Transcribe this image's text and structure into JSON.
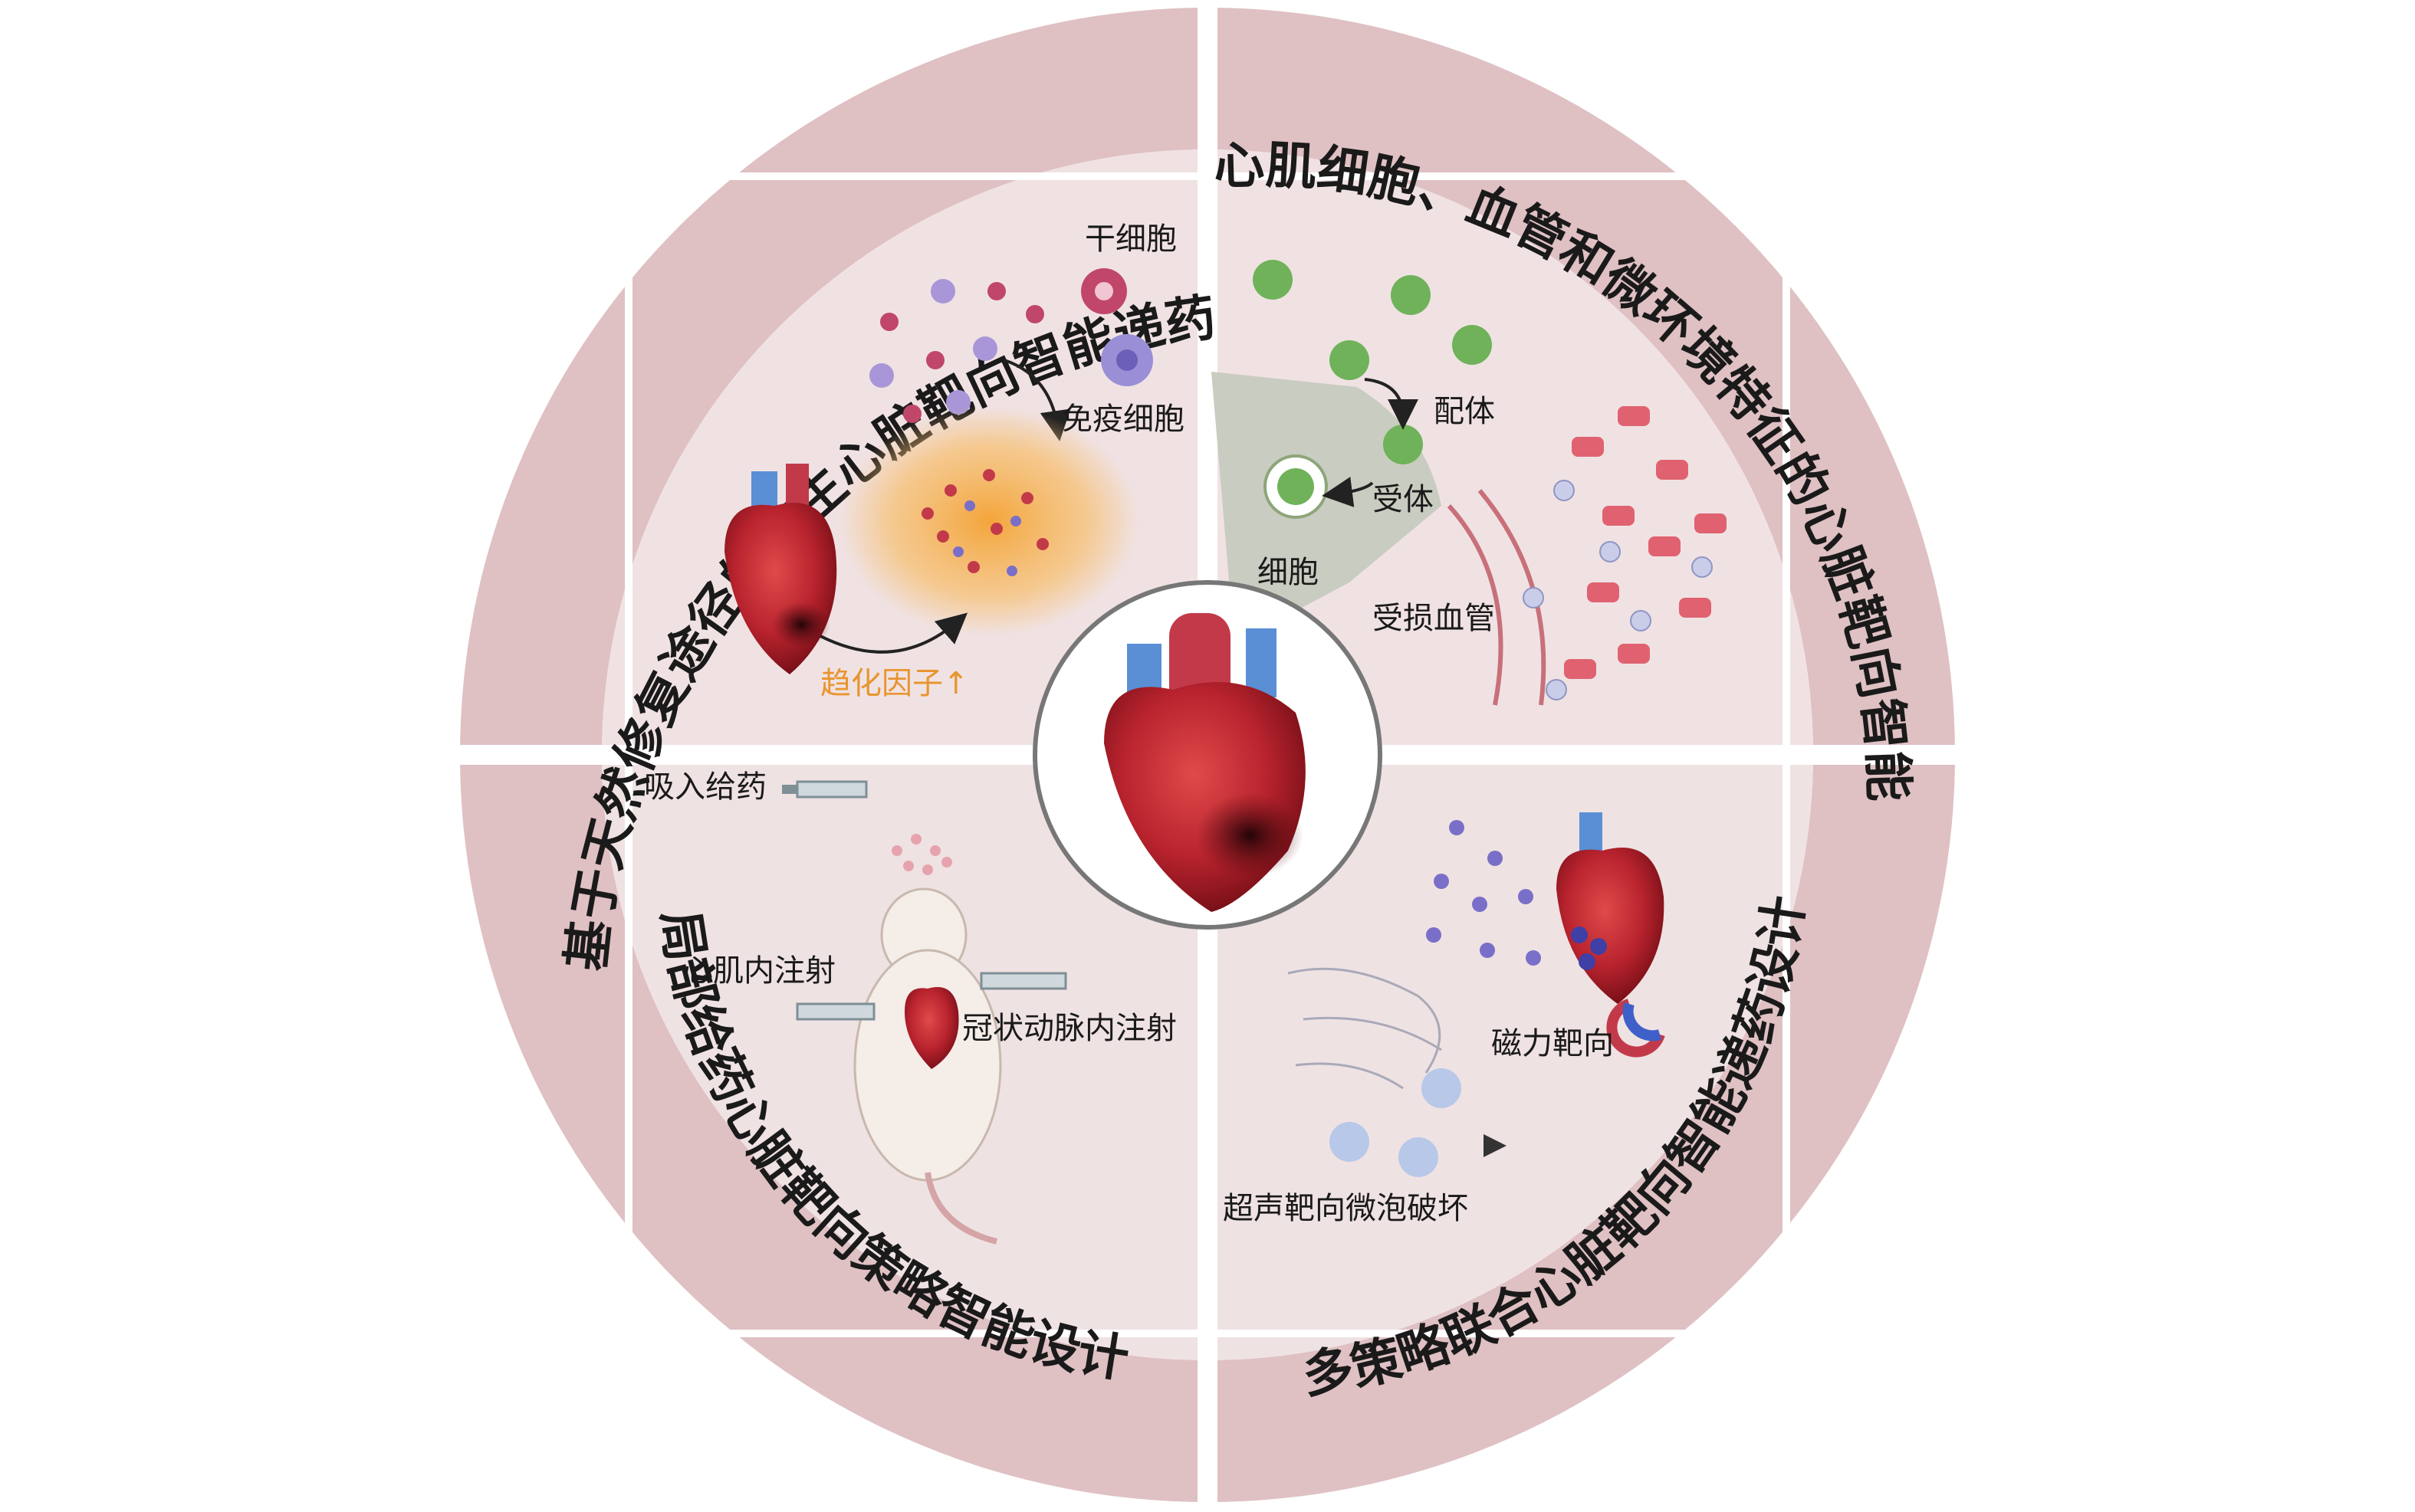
{
  "ring_titles": {
    "top_left": "基于天然修复途径的仿生心脏靶向智能递药",
    "top_right": "基于心肌细胞、血管和微环境特征的心脏靶向智能递药",
    "bottom_left": "局部给药心脏靶向策略智能设计",
    "bottom_right": "多策略联合心脏靶向智能递药设计"
  },
  "q1": {
    "stem_cell": "干细胞",
    "immune_cell": "免疫细胞",
    "chemotactic": "趋化因子↑"
  },
  "q2": {
    "ligand": "配体",
    "receptor": "受体",
    "cell": "细胞",
    "damaged_vessel": "受损血管"
  },
  "q3": {
    "inhaled": "吸入给药",
    "intramyocardial": "心肌内注射",
    "intracoronary": "冠状动脉内注射"
  },
  "q4": {
    "magnetic": "磁力靶向",
    "ultrasound": "超声靶向微泡破坏"
  },
  "colors": {
    "ring": "#dfc0c3",
    "quadrant": "#f0e2e3",
    "gap": "#ffffff",
    "accent": "#c23a4a"
  }
}
